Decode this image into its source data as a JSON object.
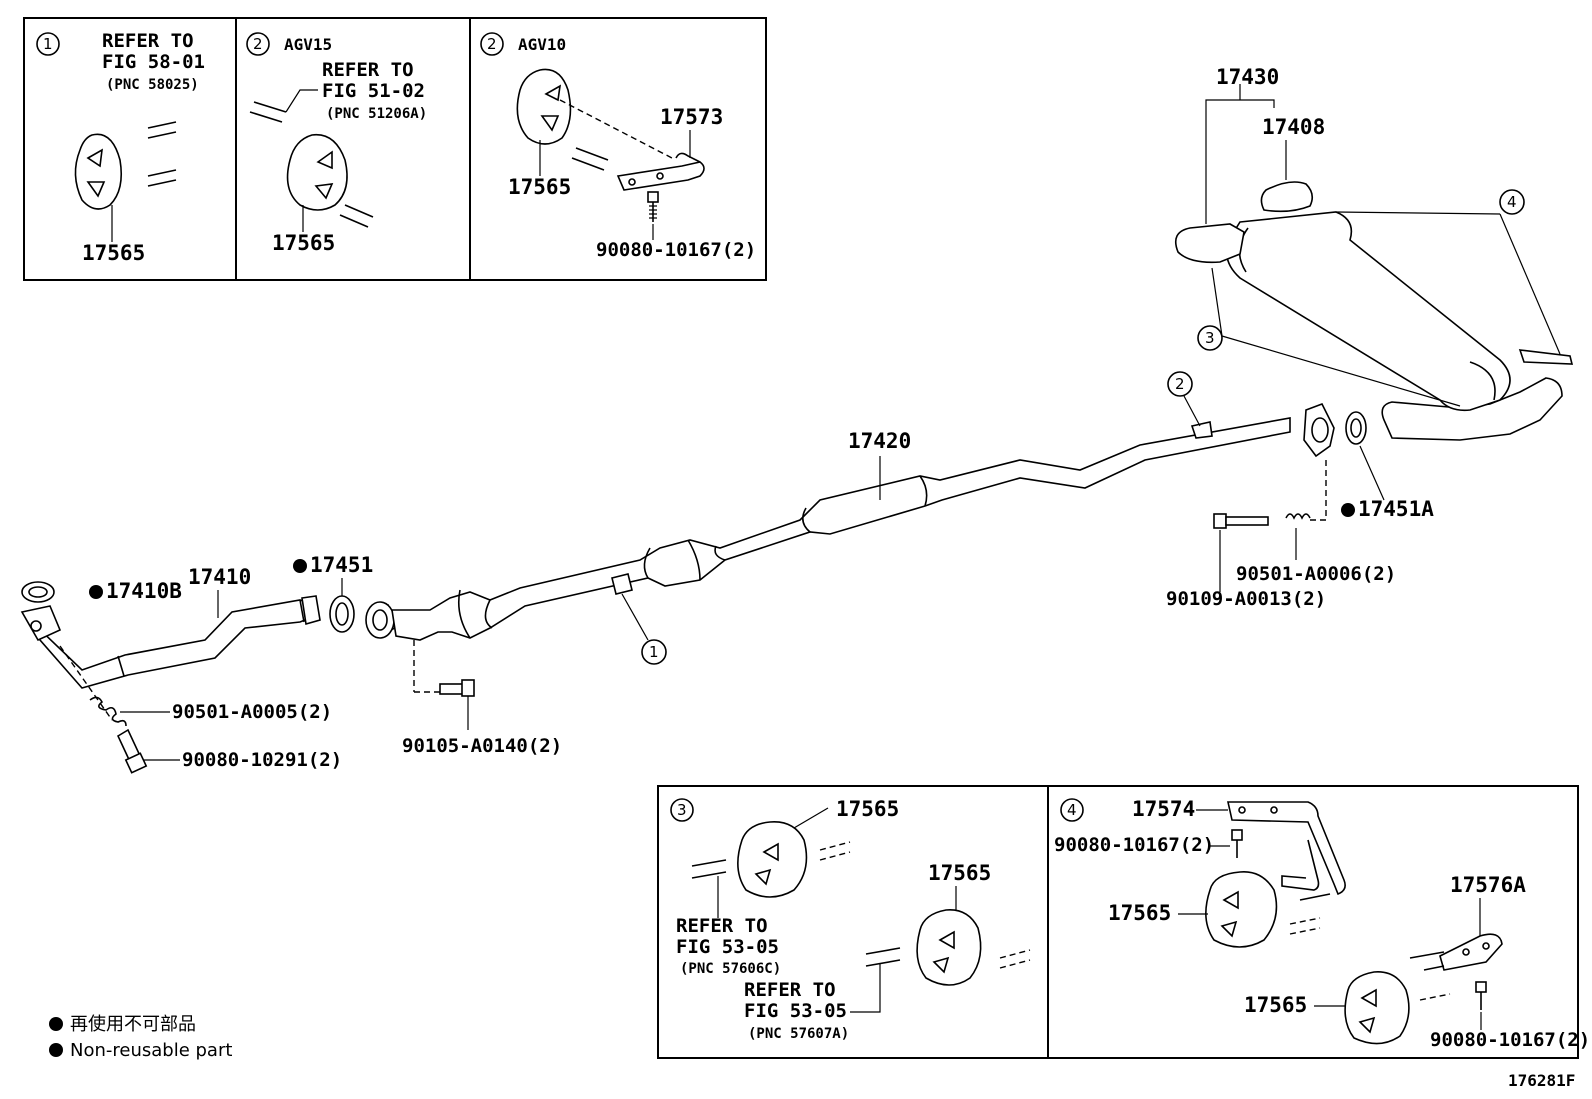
{
  "figure_id": "176281F",
  "legend": {
    "line1": "再使用不可部品",
    "line2": "Non-reusable part"
  },
  "insets": {
    "inset1": {
      "num": "1",
      "refer": [
        "REFER TO",
        "FIG 58-01",
        "(PNC 58025)"
      ],
      "part": "17565"
    },
    "inset2a": {
      "num": "2",
      "variant": "AGV15",
      "refer": [
        "REFER TO",
        "FIG 51-02",
        "(PNC 51206A)"
      ],
      "part": "17565"
    },
    "inset2b": {
      "num": "2",
      "variant": "AGV10",
      "parts": {
        "hanger": "17565",
        "bracket": "17573",
        "bolt": "90080-10167(2)"
      }
    },
    "inset3": {
      "num": "3",
      "part_top": "17565",
      "part_bottom": "17565",
      "refer_a": [
        "REFER TO",
        "FIG 53-05",
        "(PNC 57606C)"
      ],
      "refer_b": [
        "REFER TO",
        "FIG 53-05",
        "(PNC 57607A)"
      ]
    },
    "inset4": {
      "num": "4",
      "bracket_a": "17574",
      "bolt_a": "90080-10167(2)",
      "hanger_a": "17565",
      "bracket_b": "17576A",
      "hanger_b": "17565",
      "bolt_b": "90080-10167(2)"
    }
  },
  "main": {
    "p17430": "17430",
    "p17408": "17408",
    "p17420": "17420",
    "p17410": "17410",
    "p17410B": "17410B",
    "p17451": "17451",
    "p17451A": "17451A",
    "p90501_a0005": "90501-A0005(2)",
    "p90080_10291": "90080-10291(2)",
    "p90105_a0140": "90105-A0140(2)",
    "p90501_a0006": "90501-A0006(2)",
    "p90109_a0013": "90109-A0013(2)",
    "callout1": "1",
    "callout2": "2",
    "callout3": "3",
    "callout4": "4"
  }
}
